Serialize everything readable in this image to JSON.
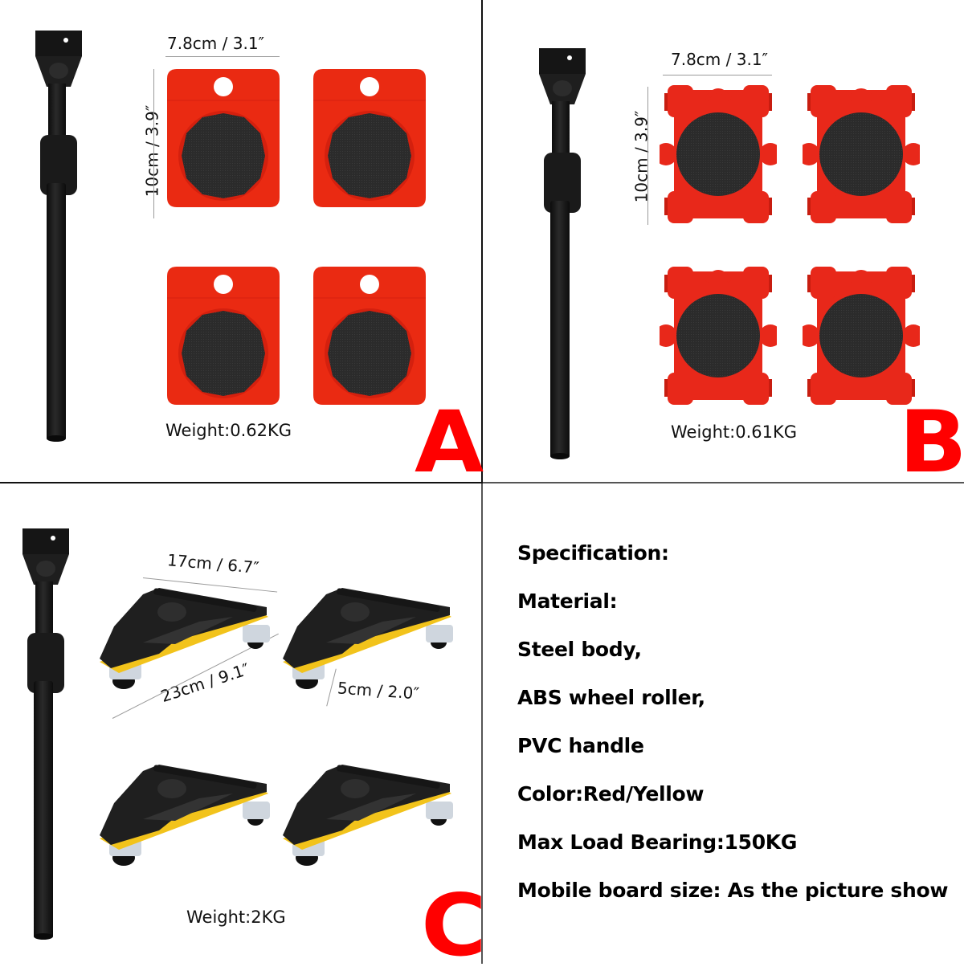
{
  "colors": {
    "accent_letter": "#ff0000",
    "pad_red": "#ea2a12",
    "pad_black": "#2b2b2b",
    "caster_yellow": "#f2c31b",
    "handle_black": "#161616",
    "divider": "#111111"
  },
  "panels": {
    "a": {
      "letter": "A",
      "width_label": "7.8cm / 3.1″",
      "height_label": "10cm / 3.9″",
      "weight": "Weight:0.62KG",
      "items": [
        "handle",
        "flat-red-pad",
        "flat-red-pad",
        "flat-red-pad",
        "flat-red-pad"
      ]
    },
    "b": {
      "letter": "B",
      "width_label": "7.8cm / 3.1″",
      "height_label": "10cm / 3.9″",
      "weight": "Weight:0.61KG",
      "items": [
        "handle",
        "wheeled-red-pad",
        "wheeled-red-pad",
        "wheeled-red-pad",
        "wheeled-red-pad"
      ]
    },
    "c": {
      "letter": "C",
      "top_label": "17cm / 6.7″",
      "diagonal_label": "23cm / 9.1″",
      "height_label": "5cm / 2.0″",
      "weight": "Weight:2KG",
      "items": [
        "handle",
        "triangle-caster",
        "triangle-caster",
        "triangle-caster",
        "triangle-caster"
      ]
    }
  },
  "specification": {
    "lines": [
      "Specification:",
      "Material:",
      "Steel body,",
      "ABS wheel roller,",
      "PVC handle",
      "Color:Red/Yellow",
      "Max Load Bearing:150KG",
      "Mobile board size: As the picture show"
    ]
  }
}
